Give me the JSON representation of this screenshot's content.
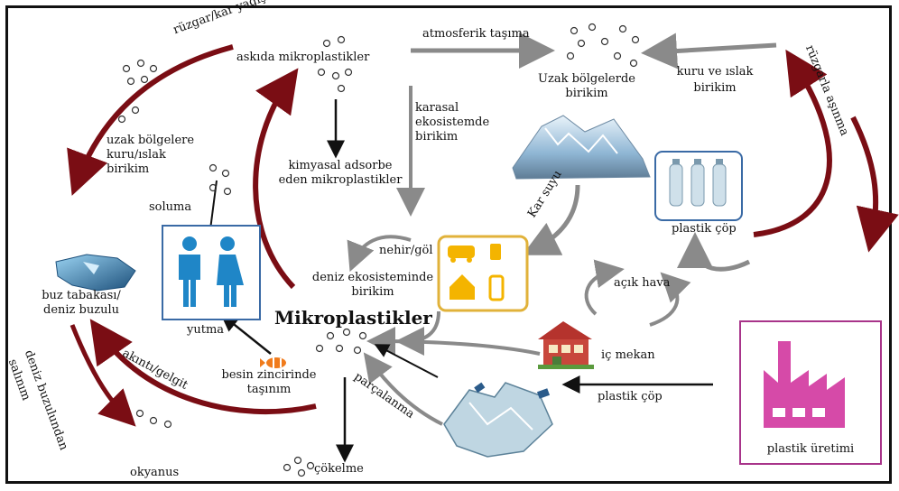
{
  "labels": {
    "ruzgar_kar": "rüzgar/kar yağışı",
    "askida": "askıda mikroplastikler",
    "atmosferik": "atmosferik taşıma",
    "uzak_birikim_1": "Uzak bölgelerde",
    "uzak_birikim_2": "birikim",
    "kuru_islak_1": "kuru ve ıslak",
    "kuru_islak_2": "birikim",
    "ruzgarla_asinma": "rüzgarla aşınma",
    "uzak_bolgelere_1": "uzak bölgelere",
    "uzak_bolgelere_2": "kuru/ıslak",
    "uzak_bolgelere_3": "birikim",
    "karasal_1": "karasal",
    "karasal_2": "ekosistemde",
    "karasal_3": "birikim",
    "kimyasal_1": "kimyasal adsorbe",
    "kimyasal_2": "eden mikroplastikler",
    "soluma": "soluma",
    "kar_suyu": "Kar suyu",
    "plastik_cop_top": "plastik çöp",
    "buz_1": "buz tabakası/",
    "buz_2": "deniz buzulu",
    "nehir_gol": "nehir/göl",
    "deniz_eko_1": "deniz ekosisteminde",
    "deniz_eko_2": "birikim",
    "acik_hava": "açık hava",
    "mikroplastikler": "Mikroplastikler",
    "yutma": "yutma",
    "ic_mekan": "iç mekan",
    "akinti": "akıntı/gelgit",
    "besin_1": "besin zincirinde",
    "besin_2": "taşınım",
    "parcalanma": "parçalanma",
    "plastik_cop_bottom": "plastik çöp",
    "deniz_buzulundan_1": "deniz buzulundan",
    "deniz_buzulundan_2": "salınım",
    "okyanus": "okyanus",
    "cokelme": "çökelme",
    "plastik_uretimi": "plastik üretimi"
  },
  "colors": {
    "dark_red_arrow": "#7a0d14",
    "gray_arrow": "#8a8a8a",
    "black_arrow": "#111111",
    "person_blue": "#1f86c7",
    "box_yellow": "#f4d35e",
    "factory_magenta": "#d64aa8",
    "frame_border": "#111111"
  },
  "icons": {
    "people": "person-pair-icon",
    "terrestrial": "car-house-phone-icon",
    "bottles": "bottle-trio-icon",
    "house": "house-icon",
    "factory": "factory-icon",
    "mountain": "snowy-mountain-icon",
    "fish": "clownfish-icon",
    "ice": "sea-ice-icon",
    "crushed_bottles": "crushed-bottles-icon"
  }
}
